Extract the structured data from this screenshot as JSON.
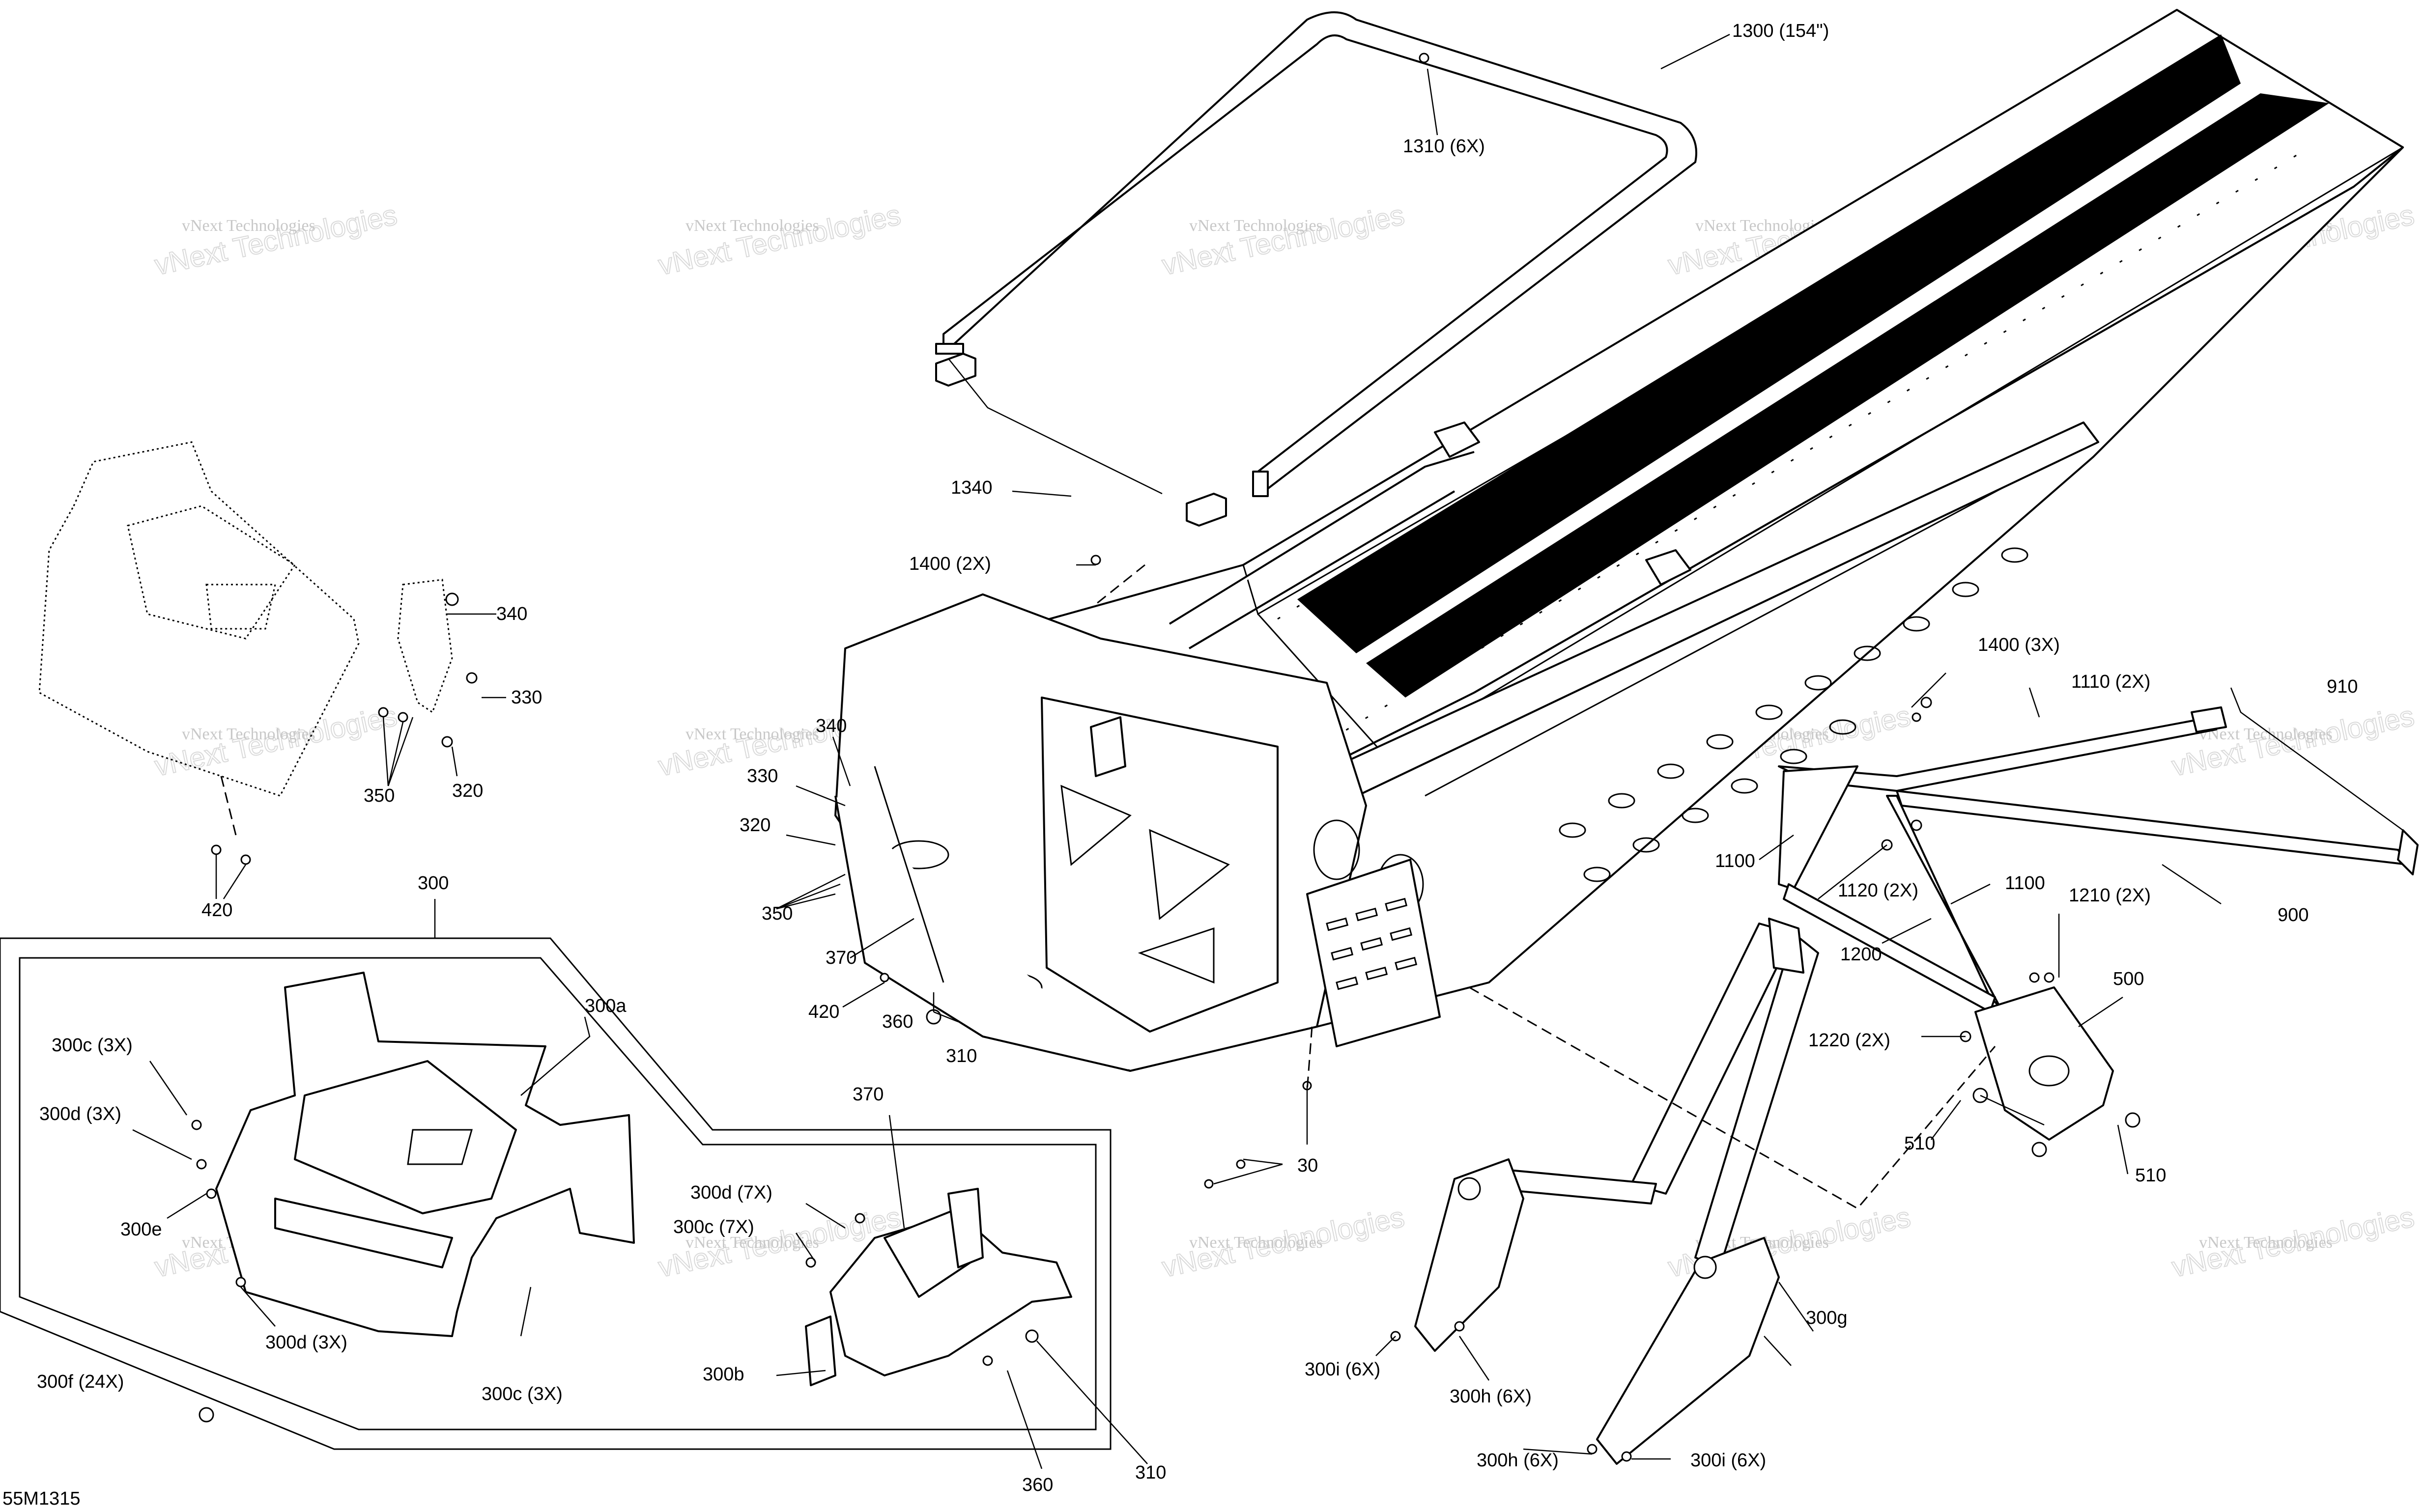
{
  "diagram_code": "55M1315",
  "watermark": [
    "vNext Technologies",
    "vNext Technologies"
  ],
  "callouts": {
    "c1300": "1300 (154\")",
    "c1310": "1310 (6X)",
    "c1340": "1340",
    "c1400a": "1400 (2X)",
    "c1400b": "1400 (3X)",
    "c1110": "1110 (2X)",
    "c910": "910",
    "c900": "900",
    "c1100a": "1100",
    "c1100b": "1100",
    "c1120": "1120 (2X)",
    "c1210": "1210 (2X)",
    "c1200": "1200",
    "c1220": "1220 (2X)",
    "c500": "500",
    "c510a": "510",
    "c510b": "510",
    "c340a": "340",
    "c330a": "330",
    "c320a": "320",
    "c350a": "350",
    "c420a": "420",
    "c340b": "340",
    "c330b": "330",
    "c320b": "320",
    "c350b": "350",
    "c370a": "370",
    "c420b": "420",
    "c360a": "360",
    "c310a": "310",
    "c30": "30",
    "c300": "300",
    "c300a": "300a",
    "c300c1": "300c (3X)",
    "c300d1": "300d (3X)",
    "c300e": "300e",
    "c300d2": "300d (3X)",
    "c300c2": "300c (3X)",
    "c300f": "300f (24X)",
    "c370b": "370",
    "c300d3": "300d (7X)",
    "c300c3": "300c (7X)",
    "c300b": "300b",
    "c360b": "360",
    "c310b": "310",
    "c300g": "300g",
    "c300i1": "300i (6X)",
    "c300h1": "300h (6X)",
    "c300h2": "300h (6X)",
    "c300i2": "300i (6X)"
  }
}
